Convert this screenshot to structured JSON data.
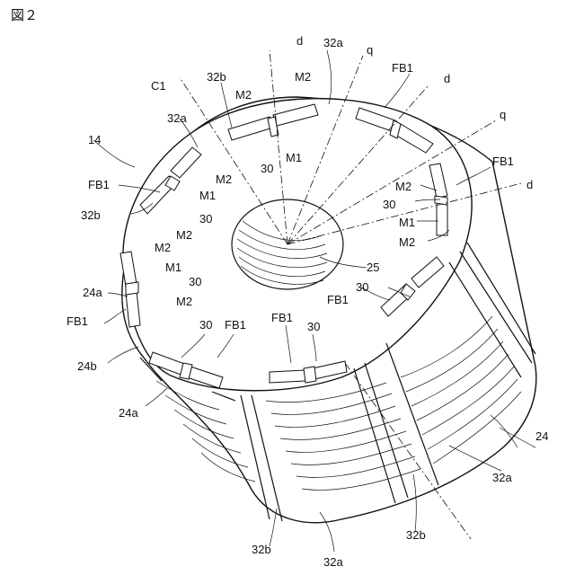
{
  "figure": {
    "title": "図２",
    "labels": {
      "d_top": "d",
      "q_top": "q",
      "d_right_top": "d",
      "q_right": "q",
      "d_right": "d",
      "c1": "C1",
      "a32_top": "32a",
      "b32_top": "32b",
      "a32_left": "32a",
      "b32_left": "32b",
      "fb1_top_right": "FB1",
      "fb1_right": "FB1",
      "fb1_left": "FB1",
      "fb1_left_lower": "FB1",
      "fb1_mid_right": "FB1",
      "fb1_bottom_left": "FB1",
      "fb1_bottom_center": "FB1",
      "m2_top_left": "M2",
      "m2_top_right": "M2",
      "m1_top": "M1",
      "n30_top": "30",
      "m2_right_a": "M2",
      "m1_right": "M1",
      "m2_right_b": "M2",
      "n30_right": "30",
      "n30_mid_right": "30",
      "n14": "14",
      "m2_left_a": "M2",
      "m1_left_a": "M1",
      "m2_left_b": "M2",
      "n30_left": "30",
      "m2_left_c": "M2",
      "m1_left_b": "M1",
      "m2_left_d": "M2",
      "n30_left_b": "30",
      "n24a_left": "24a",
      "n24b_left": "24b",
      "n25": "25",
      "n30_bottom_left": "30",
      "n30_bottom_center": "30",
      "n24a_bottom": "24a",
      "n24": "24",
      "a32_right": "32a",
      "b32_bottom_left": "32b",
      "a32_bottom": "32a",
      "b32_bottom_right": "32b"
    }
  }
}
